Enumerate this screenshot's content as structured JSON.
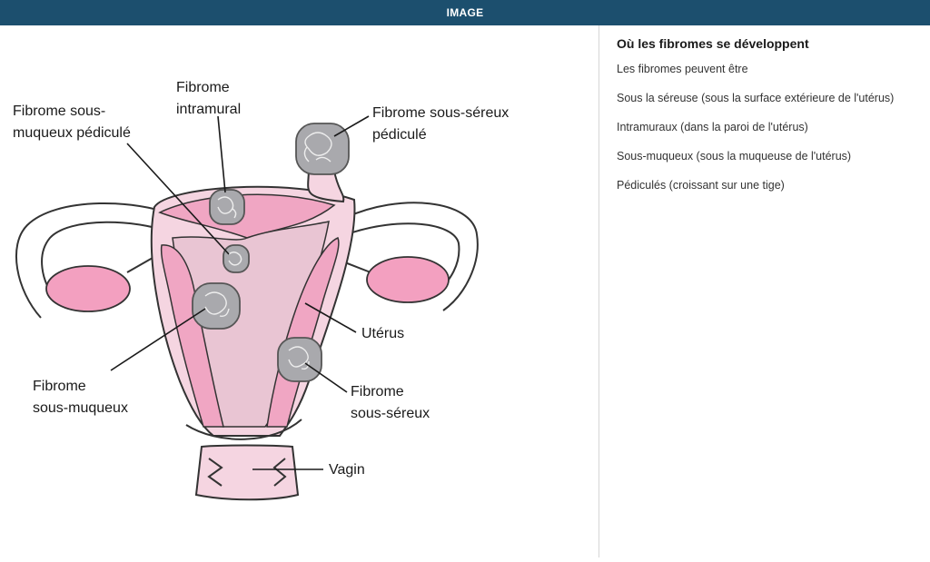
{
  "header": {
    "title": "IMAGE"
  },
  "diagram": {
    "labels": {
      "pedunculated_submucosal_line1": "Fibrome sous-",
      "pedunculated_submucosal_line2": "muqueux pédiculé",
      "intramural_line1": "Fibrome",
      "intramural_line2": "intramural",
      "pedunculated_subserosal_line1": "Fibrome sous-séreux",
      "pedunculated_subserosal_line2": "pédiculé",
      "submucosal_line1": "Fibrome",
      "submucosal_line2": "sous-muqueux",
      "uterus": "Utérus",
      "subserosal_line1": "Fibrome",
      "subserosal_line2": "sous-séreux",
      "vagina": "Vagin"
    }
  },
  "panel": {
    "title": "Où les fibromes se développent",
    "intro": "Les fibromes peuvent être",
    "items": [
      "Sous la séreuse (sous la surface extérieure de l'utérus)",
      "Intramuraux (dans la paroi de l'utérus)",
      "Sous-muqueux (sous la muqueuse de l'utérus)",
      "Pédiculés (croissant sur une tige)"
    ]
  },
  "colors": {
    "header_bg": "#1c4f6e",
    "uterus_pink": "#f0a6c3",
    "uterus_wall": "#e9c5d3",
    "fibroid_gray": "#a9a9ad"
  }
}
